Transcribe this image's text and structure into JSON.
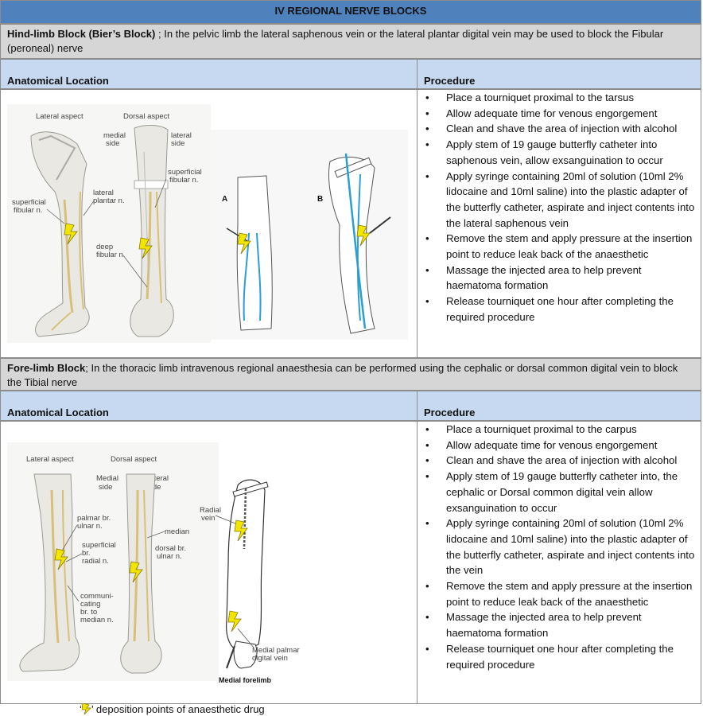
{
  "title": "IV REGIONAL NERVE BLOCKS",
  "hind": {
    "heading": "Hind-limb Block (Bier’s Block)",
    "intro": " ; In the pelvic limb the lateral saphenous  vein or the lateral plantar digital vein may be used to block the Fibular (peroneal) nerve",
    "col_location": "Anatomical Location",
    "col_procedure": "Procedure",
    "figure_labels": {
      "lateral_aspect": "Lateral aspect",
      "dorsal_aspect": "Dorsal aspect",
      "medial": "medial",
      "side_left": "side",
      "lateral": "lateral",
      "side_right": "side",
      "superficial_fibular_r1": "superficial",
      "superficial_fibular_r2": "fibular n.",
      "lateral_plantar_1": "lateral",
      "lateral_plantar_2": "plantar n.",
      "superficial_fibular_l1": "superficial",
      "superficial_fibular_l2": "fibular n.",
      "deep_fibular_1": "deep",
      "deep_fibular_2": "fibular n.",
      "panel_a": "A",
      "panel_b": "B"
    },
    "steps": [
      "Place a tourniquet  proximal to the tarsus",
      "Allow  adequate  time for venous engorgement",
      "Clean and shave the area of injection with alcohol",
      "Apply stem of 19 gauge butterfly catheter into saphenous vein, allow  exsanguination to occur",
      "Apply syringe containing 20ml of solution  (10ml 2% lidocaine and 10ml saline) into the plastic adapter of the butterfly catheter, aspirate and inject contents into the lateral saphenous  vein",
      "Remove the stem and apply pressure at the insertion point  to reduce leak back of the anaesthetic",
      "Massage the injected area to help prevent haematoma formation",
      "Release tourniquet  one hour after completing the required procedure"
    ]
  },
  "fore": {
    "heading": "Fore-limb Block",
    "intro": "; In the thoracic limb intravenous  regional  anaesthesia can be performed using the cephalic or dorsal common digital vein to block the Tibial nerve",
    "col_location": "Anatomical Location",
    "col_procedure": "Procedure",
    "figure_labels": {
      "lateral_aspect": "Lateral aspect",
      "dorsal_aspect": "Dorsal aspect",
      "medial": "Medial",
      "side_left": "side",
      "lateral": "Lateral",
      "side_right": "side",
      "palmar_1": "palmar br.",
      "palmar_2": "ulnar n.",
      "superficial_1": "superficial",
      "superficial_2": "br.",
      "superficial_3": "radial n.",
      "median": "median",
      "dorsal_1": "dorsal br.",
      "dorsal_2": "ulnar n.",
      "comm_1": "communi-",
      "comm_2": "cating",
      "comm_3": "br. to",
      "comm_4": "median n.",
      "radial_vein_1": "Radial",
      "radial_vein_2": "vein",
      "medial_palmar_1": "Medial palmar",
      "medial_palmar_2": "digital vein",
      "medial_forelimb": "Medial forelimb"
    },
    "steps": [
      "Place a tourniquet  proximal to the carpus",
      "Allow  adequate  time for venous engorgement",
      "Clean and shave the area of injection with alcohol",
      "Apply stem of 19 gauge butterfly catheter into, the cephalic or Dorsal common digital vein allow  exsanguination to occur",
      "Apply syringe containing 20ml of solution  (10ml 2% lidocaine and 10ml saline) into the plastic adapter of the butterfly catheter, aspirate and inject contents  into the vein",
      "Remove the stem and apply pressure at the insertion point  to reduce leak back of the anaesthetic",
      "Massage the injected area to help prevent haematoma formation",
      "Release tourniquet  one hour after completing the required procedure"
    ]
  },
  "footnote": {
    "quote_open": "‘",
    "quote_close": "’",
    "text": " deposition points of anaesthetic drug"
  },
  "colors": {
    "title_bg": "#4f81bd",
    "section_bg": "#d6d6d6",
    "header_bg": "#c6d9f1",
    "border": "#8c8c8c",
    "bolt": "#f2e600",
    "vein": "#2a9fd0",
    "nerve": "#d8c07a"
  },
  "icons": [
    "lightning-bolt-icon"
  ]
}
